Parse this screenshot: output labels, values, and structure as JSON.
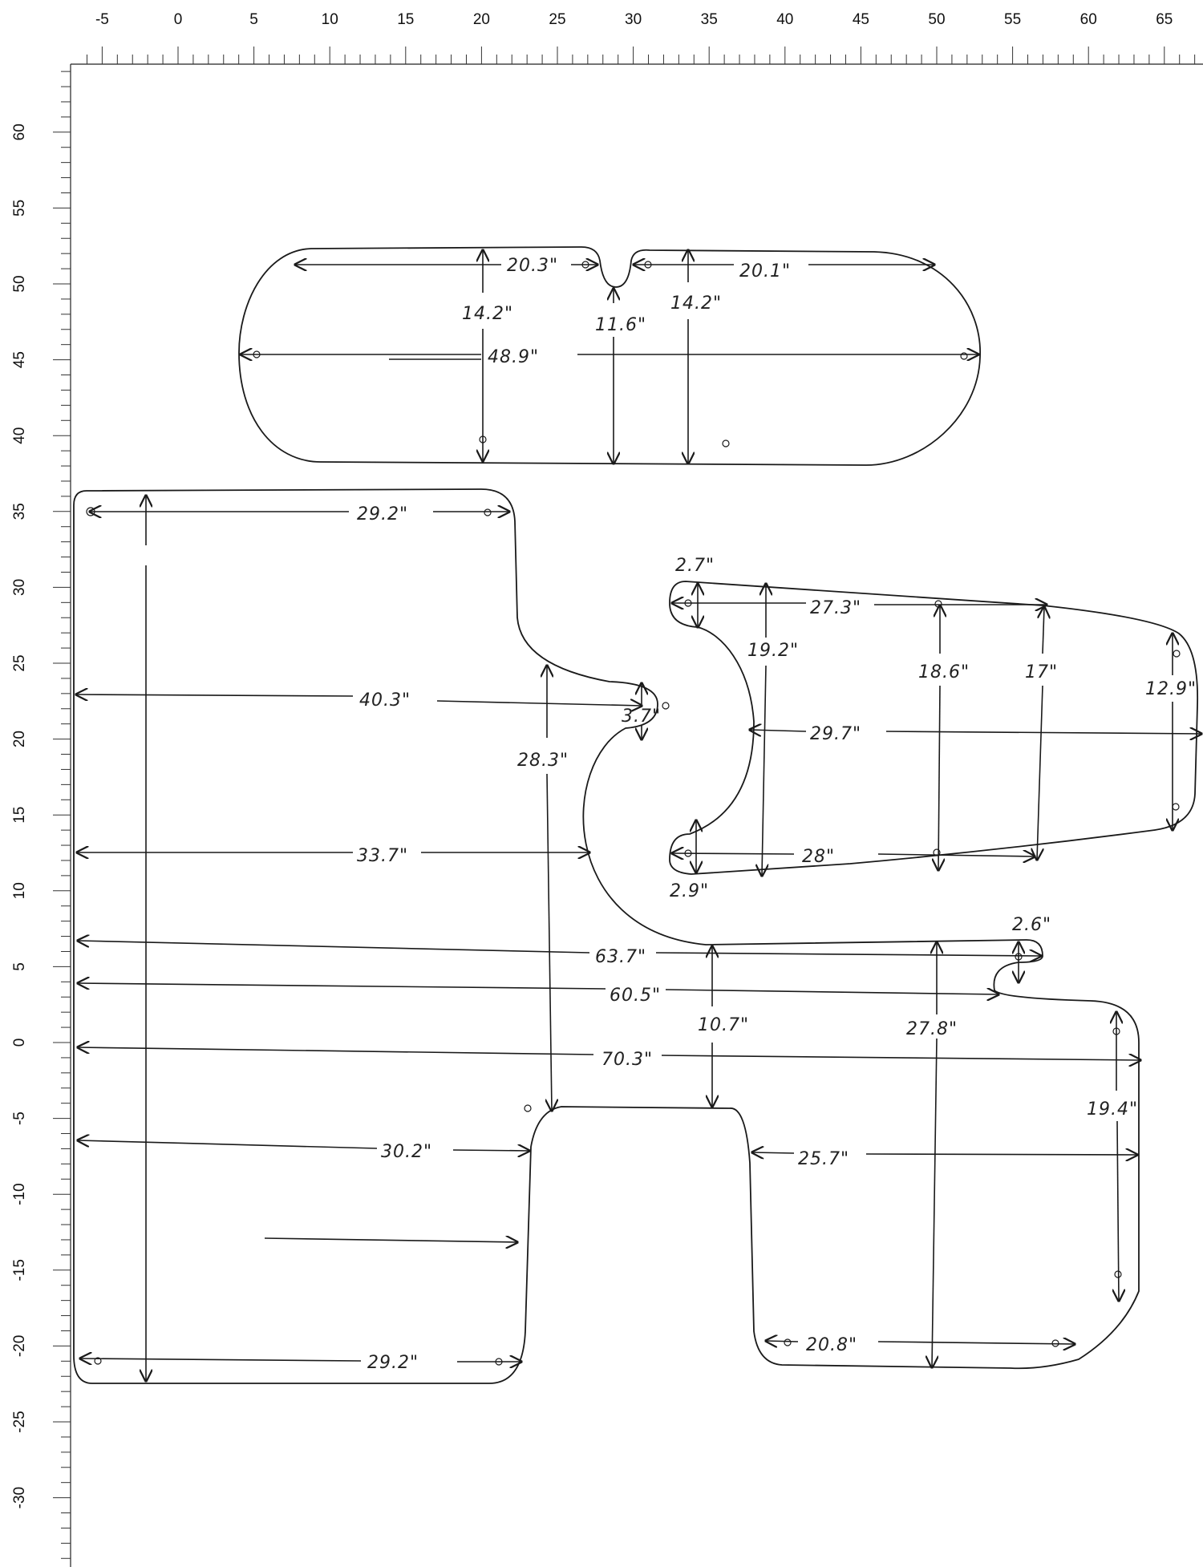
{
  "ruler": {
    "horizontal_labels": [
      "-5",
      "0",
      "5",
      "10",
      "15",
      "20",
      "25",
      "30",
      "35",
      "40",
      "45",
      "50",
      "55",
      "60",
      "65"
    ],
    "vertical_labels": [
      "60",
      "55",
      "50",
      "45",
      "40",
      "35",
      "30",
      "25",
      "20",
      "15",
      "10",
      "5",
      "0",
      "-5",
      "-10",
      "-15",
      "-20",
      "-25",
      "-30"
    ]
  },
  "pieces": {
    "top_piece": {
      "dims": [
        "20.3\"",
        "20.1\"",
        "14.2\"",
        "11.6\"",
        "14.2\"",
        "48.9\""
      ]
    },
    "large_piece": {
      "dims": [
        "29.2\"",
        "40.3\"",
        "3.7\"",
        "28.3\"",
        "33.7\"",
        "63.7\"",
        "2.6\"",
        "60.5\"",
        "10.7\"",
        "27.8\"",
        "70.3\"",
        "19.4\"",
        "30.2\"",
        "25.7\"",
        "29.2\"",
        "20.8\""
      ]
    },
    "right_piece": {
      "dims": [
        "2.7\"",
        "27.3\"",
        "19.2\"",
        "18.6\"",
        "17\"",
        "12.9\"",
        "29.7\"",
        "28\"",
        "2.9\""
      ]
    }
  }
}
